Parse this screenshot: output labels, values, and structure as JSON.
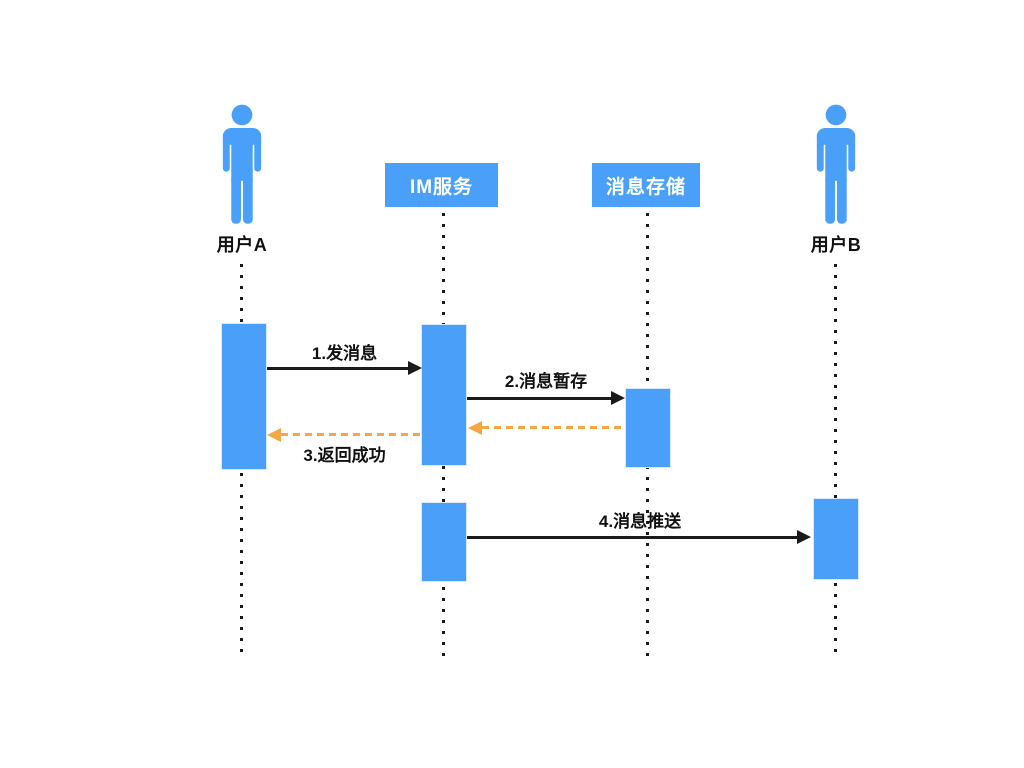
{
  "diagram": {
    "type": "sequence-diagram",
    "background": "#ffffff",
    "colors": {
      "primary_blue": "#4AA0F8",
      "return_orange": "#F6A642",
      "arrow_black": "#1a1a1a",
      "box_text": "#ffffff"
    },
    "actors": [
      {
        "label": "用户A",
        "kind": "person"
      },
      {
        "label": "IM服务",
        "kind": "service-box"
      },
      {
        "label": "消息存储",
        "kind": "service-box"
      },
      {
        "label": "用户B",
        "kind": "person"
      }
    ],
    "messages": [
      {
        "label": "1.发消息",
        "from": "用户A",
        "to": "IM服务",
        "line": "solid-black"
      },
      {
        "label": "2.消息暂存",
        "from": "IM服务",
        "to": "消息存储",
        "line": "solid-black"
      },
      {
        "label": "",
        "from": "消息存储",
        "to": "IM服务",
        "line": "dashed-orange"
      },
      {
        "label": "3.返回成功",
        "from": "IM服务",
        "to": "用户A",
        "line": "dashed-orange"
      },
      {
        "label": "4.消息推送",
        "from": "IM服务",
        "to": "用户B",
        "line": "solid-black"
      }
    ]
  }
}
